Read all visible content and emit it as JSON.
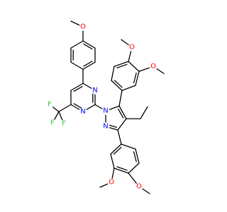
{
  "molecule": {
    "colors": {
      "carbon_bond": "#000000",
      "oxygen": "#ff0000",
      "nitrogen": "#0000ff",
      "fluorine": "#33cc33",
      "background": "#ffffff"
    },
    "atoms": [
      {
        "id": "O1",
        "label": "O",
        "element": "O"
      },
      {
        "id": "O2",
        "label": "O",
        "element": "O"
      },
      {
        "id": "O3",
        "label": "O",
        "element": "O"
      },
      {
        "id": "O4",
        "label": "O",
        "element": "O"
      },
      {
        "id": "O5",
        "label": "O",
        "element": "O"
      },
      {
        "id": "N1",
        "label": "N",
        "element": "N"
      },
      {
        "id": "N2",
        "label": "N",
        "element": "N"
      },
      {
        "id": "N3",
        "label": "N",
        "element": "N"
      },
      {
        "id": "N4",
        "label": "N",
        "element": "N"
      },
      {
        "id": "F1",
        "label": "F",
        "element": "F"
      },
      {
        "id": "F2",
        "label": "F",
        "element": "F"
      },
      {
        "id": "F3",
        "label": "F",
        "element": "F"
      }
    ]
  }
}
